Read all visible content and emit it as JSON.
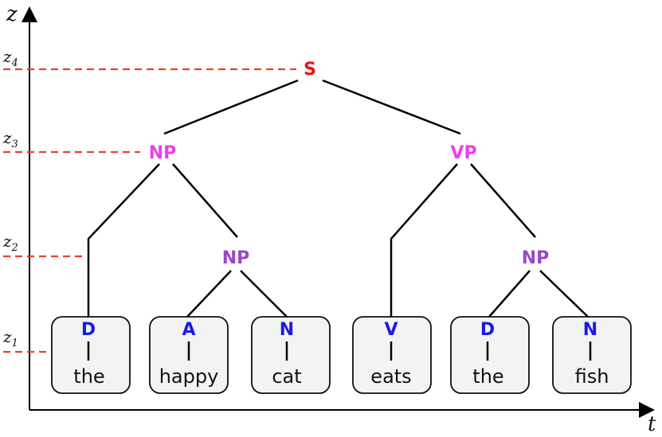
{
  "axes": {
    "x_label": "t",
    "y_label": "z"
  },
  "levels": [
    {
      "base": "z",
      "sub": "1"
    },
    {
      "base": "z",
      "sub": "2"
    },
    {
      "base": "z",
      "sub": "3"
    },
    {
      "base": "z",
      "sub": "4"
    }
  ],
  "nodes": {
    "s": "S",
    "np_left": "NP",
    "vp": "VP",
    "np_left_inner": "NP",
    "np_right_inner": "NP"
  },
  "leaves": [
    {
      "tag": "D",
      "word": "the"
    },
    {
      "tag": "A",
      "word": "happy"
    },
    {
      "tag": "N",
      "word": "cat"
    },
    {
      "tag": "V",
      "word": "eats"
    },
    {
      "tag": "D",
      "word": "the"
    },
    {
      "tag": "N",
      "word": "fish"
    }
  ],
  "colors": {
    "level_4": "#ee1111",
    "level_3": "#f03cf0",
    "level_2": "#9b45c9",
    "leaf_tag": "#1a1ae6",
    "dashed_guides": "#e8412c"
  }
}
